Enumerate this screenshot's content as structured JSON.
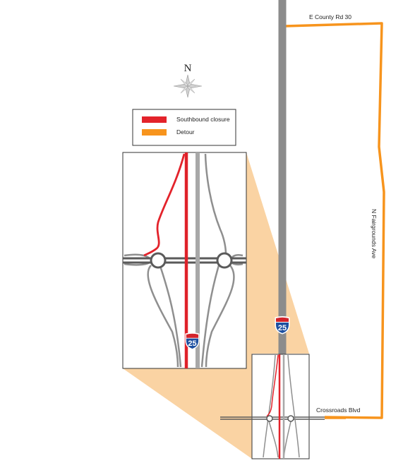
{
  "compass": {
    "label": "N"
  },
  "legend": {
    "items": [
      {
        "label": "Southbound closure",
        "color": "#e3232b"
      },
      {
        "label": "Detour",
        "color": "#f7941d"
      }
    ]
  },
  "roads": {
    "north": "E County Rd 30",
    "east": "N Fairgrounds Ave",
    "south": "Crossroads Blvd"
  },
  "shield": {
    "number": "25"
  },
  "colors": {
    "interstate": "#8c8c8c",
    "ramps": "#8f8f8f",
    "crossroad": "#5a5a5a",
    "closure": "#e3232b",
    "detour": "#f7941d",
    "zoom_wedge": "#fad3a3",
    "shield_blue": "#1c4fa0",
    "shield_red": "#d3232b"
  }
}
